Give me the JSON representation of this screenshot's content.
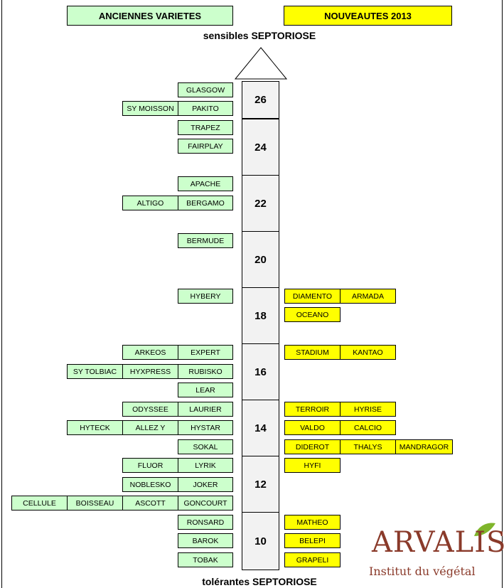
{
  "header": {
    "old_varieties_label": "ANCIENNES VARIETES",
    "new_varieties_label": "NOUVEAUTES 2013"
  },
  "axis": {
    "top_label": "sensibles SEPTORIOSE",
    "bottom_label": "tolérantes SEPTORIOSE"
  },
  "scale": {
    "levels": [
      "26",
      "24",
      "22",
      "20",
      "18",
      "16",
      "14",
      "12",
      "10"
    ]
  },
  "varieties": {
    "old": {
      "glasgow": "GLASGOW",
      "sy_moisson": "SY MOISSON",
      "pakito": "PAKITO",
      "trapez": "TRAPEZ",
      "fairplay": "FAIRPLAY",
      "apache": "APACHE",
      "altigo": "ALTIGO",
      "bergamo": "BERGAMO",
      "bermude": "BERMUDE",
      "hybery": "HYBERY",
      "arkeos": "ARKEOS",
      "expert": "EXPERT",
      "sy_tolbiac": "SY TOLBIAC",
      "hyxpress": "HYXPRESS",
      "rubisko": "RUBISKO",
      "lear": "LEAR",
      "odyssee": "ODYSSEE",
      "laurier": "LAURIER",
      "hyteck": "HYTECK",
      "allez_y": "ALLEZ Y",
      "hystar": "HYSTAR",
      "sokal": "SOKAL",
      "fluor": "FLUOR",
      "lyrik": "LYRIK",
      "noblesko": "NOBLESKO",
      "joker": "JOKER",
      "cellule": "CELLULE",
      "boisseau": "BOISSEAU",
      "ascott": "ASCOTT",
      "goncourt": "GONCOURT",
      "ronsard": "RONSARD",
      "barok": "BAROK",
      "tobak": "TOBAK"
    },
    "new": {
      "diamento": "DIAMENTO",
      "armada": "ARMADA",
      "oceano": "OCEANO",
      "stadium": "STADIUM",
      "kantao": "KANTAO",
      "terroir": "TERROIR",
      "hyrise": "HYRISE",
      "valdo": "VALDO",
      "calcio": "CALCIO",
      "diderot": "DIDEROT",
      "thalys": "THALYS",
      "mandragor": "MANDRAGOR",
      "hyfi": "HYFI",
      "matheo": "MATHEO",
      "belepi": "BELEPI",
      "grapeli": "GRAPELI"
    }
  },
  "logo": {
    "name": "ARVALIS",
    "tagline": "Institut du végétal"
  },
  "colors": {
    "old_fill": "#ccffcc",
    "new_fill": "#ffff00",
    "scale_fill": "#f2f2f2",
    "logo_color": "#8a3a2a"
  }
}
